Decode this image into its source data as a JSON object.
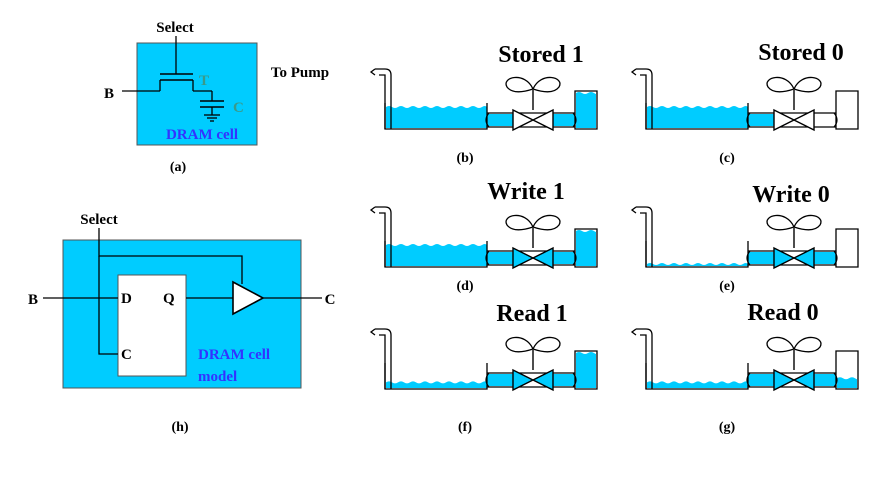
{
  "colors": {
    "water": "#00ccff",
    "line": "#000000",
    "cell_text": "#3333ff",
    "component_label": "#3a9a8a"
  },
  "panel_a": {
    "select": "Select",
    "b": "B",
    "t": "T",
    "c": "C",
    "cell_label": "DRAM cell",
    "caption": "(a)"
  },
  "panel_h": {
    "select": "Select",
    "b": "B",
    "d": "D",
    "q": "Q",
    "c_in": "C",
    "c_out": "C",
    "model_line1": "DRAM cell",
    "model_line2": "model",
    "caption": "(h)"
  },
  "to_pump": "To Pump",
  "panels": [
    {
      "id": "b",
      "title": "Stored 1",
      "caption": "(b)",
      "valve": "closed",
      "left_level": 1,
      "right_level": 1
    },
    {
      "id": "c",
      "title": "Stored 0",
      "caption": "(c)",
      "valve": "closed",
      "left_level": 1,
      "right_level": 0
    },
    {
      "id": "d",
      "title": "Write 1",
      "caption": "(d)",
      "valve": "open",
      "left_level": 1,
      "right_level": 1
    },
    {
      "id": "e",
      "title": "Write 0",
      "caption": "(e)",
      "valve": "open",
      "left_level": 0,
      "right_level": 0
    },
    {
      "id": "f",
      "title": "Read 1",
      "caption": "(f)",
      "valve": "open",
      "left_level": 0.3,
      "right_level": 1
    },
    {
      "id": "g",
      "title": "Read 0",
      "caption": "(g)",
      "valve": "open",
      "left_level": 0.3,
      "right_level": 0.3
    }
  ]
}
